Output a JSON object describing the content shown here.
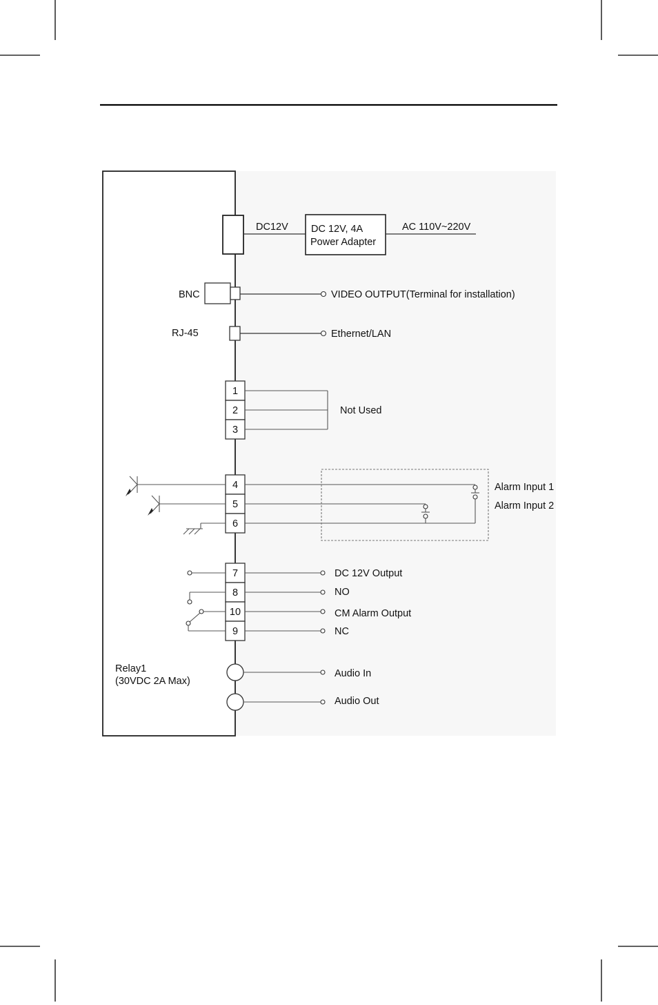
{
  "diagram": {
    "power": {
      "dc_label": "DC12V",
      "adapter_line1": "DC 12V, 4A",
      "adapter_line2": "Power Adapter",
      "ac_label": "AC 110V~220V"
    },
    "bnc": {
      "label": "BNC",
      "output": "VIDEO OUTPUT(Terminal for installation)"
    },
    "rj45": {
      "label": "RJ-45",
      "output": "Ethernet/LAN"
    },
    "terminals": [
      "1",
      "2",
      "3",
      "4",
      "5",
      "6",
      "7",
      "8",
      "10",
      "9"
    ],
    "not_used": "Not Used",
    "alarm_inputs": [
      "Alarm Input 1",
      "Alarm Input 2"
    ],
    "outputs": [
      "DC 12V Output",
      "NO",
      "CM Alarm Output",
      "NC"
    ],
    "relay": {
      "line1": "Relay1",
      "line2": "(30VDC 2A Max)"
    },
    "audio": [
      "Audio In",
      "Audio Out"
    ]
  }
}
